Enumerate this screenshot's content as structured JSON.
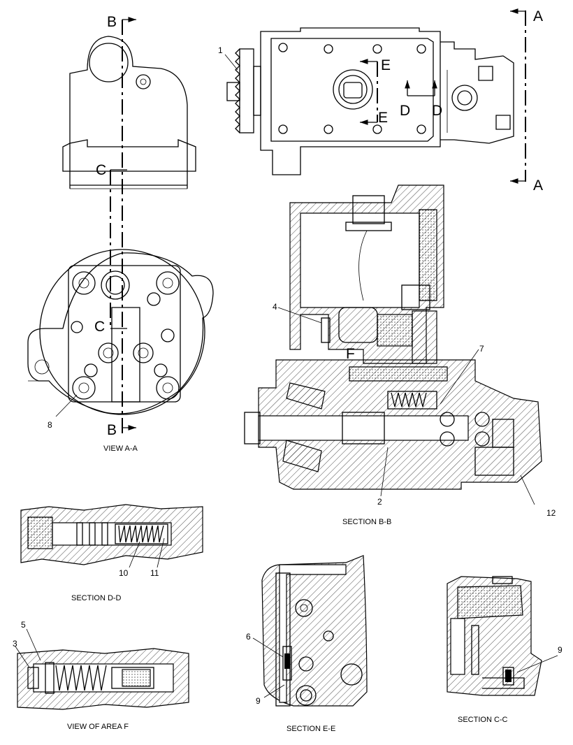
{
  "views": {
    "view_a": "VIEW A-A",
    "section_b": "SECTION B-B",
    "section_d": "SECTION D-D",
    "section_e": "SECTION E-E",
    "section_c": "SECTION C-C",
    "area_f": "VIEW OF AREA F"
  },
  "markers": {
    "a_top": "A",
    "a_bottom": "A",
    "b_top": "B",
    "b_bottom": "B",
    "c_top": "C",
    "c_bottom": "C",
    "d_left": "D",
    "d_right": "D",
    "e_top": "E",
    "e_bottom": "E",
    "f": "F"
  },
  "callouts": {
    "c1": "1",
    "c2": "2",
    "c3": "3",
    "c4": "4",
    "c5": "5",
    "c6": "6",
    "c7": "7",
    "c8": "8",
    "c9a": "9",
    "c9b": "9",
    "c10": "10",
    "c11": "11",
    "c12": "12"
  }
}
